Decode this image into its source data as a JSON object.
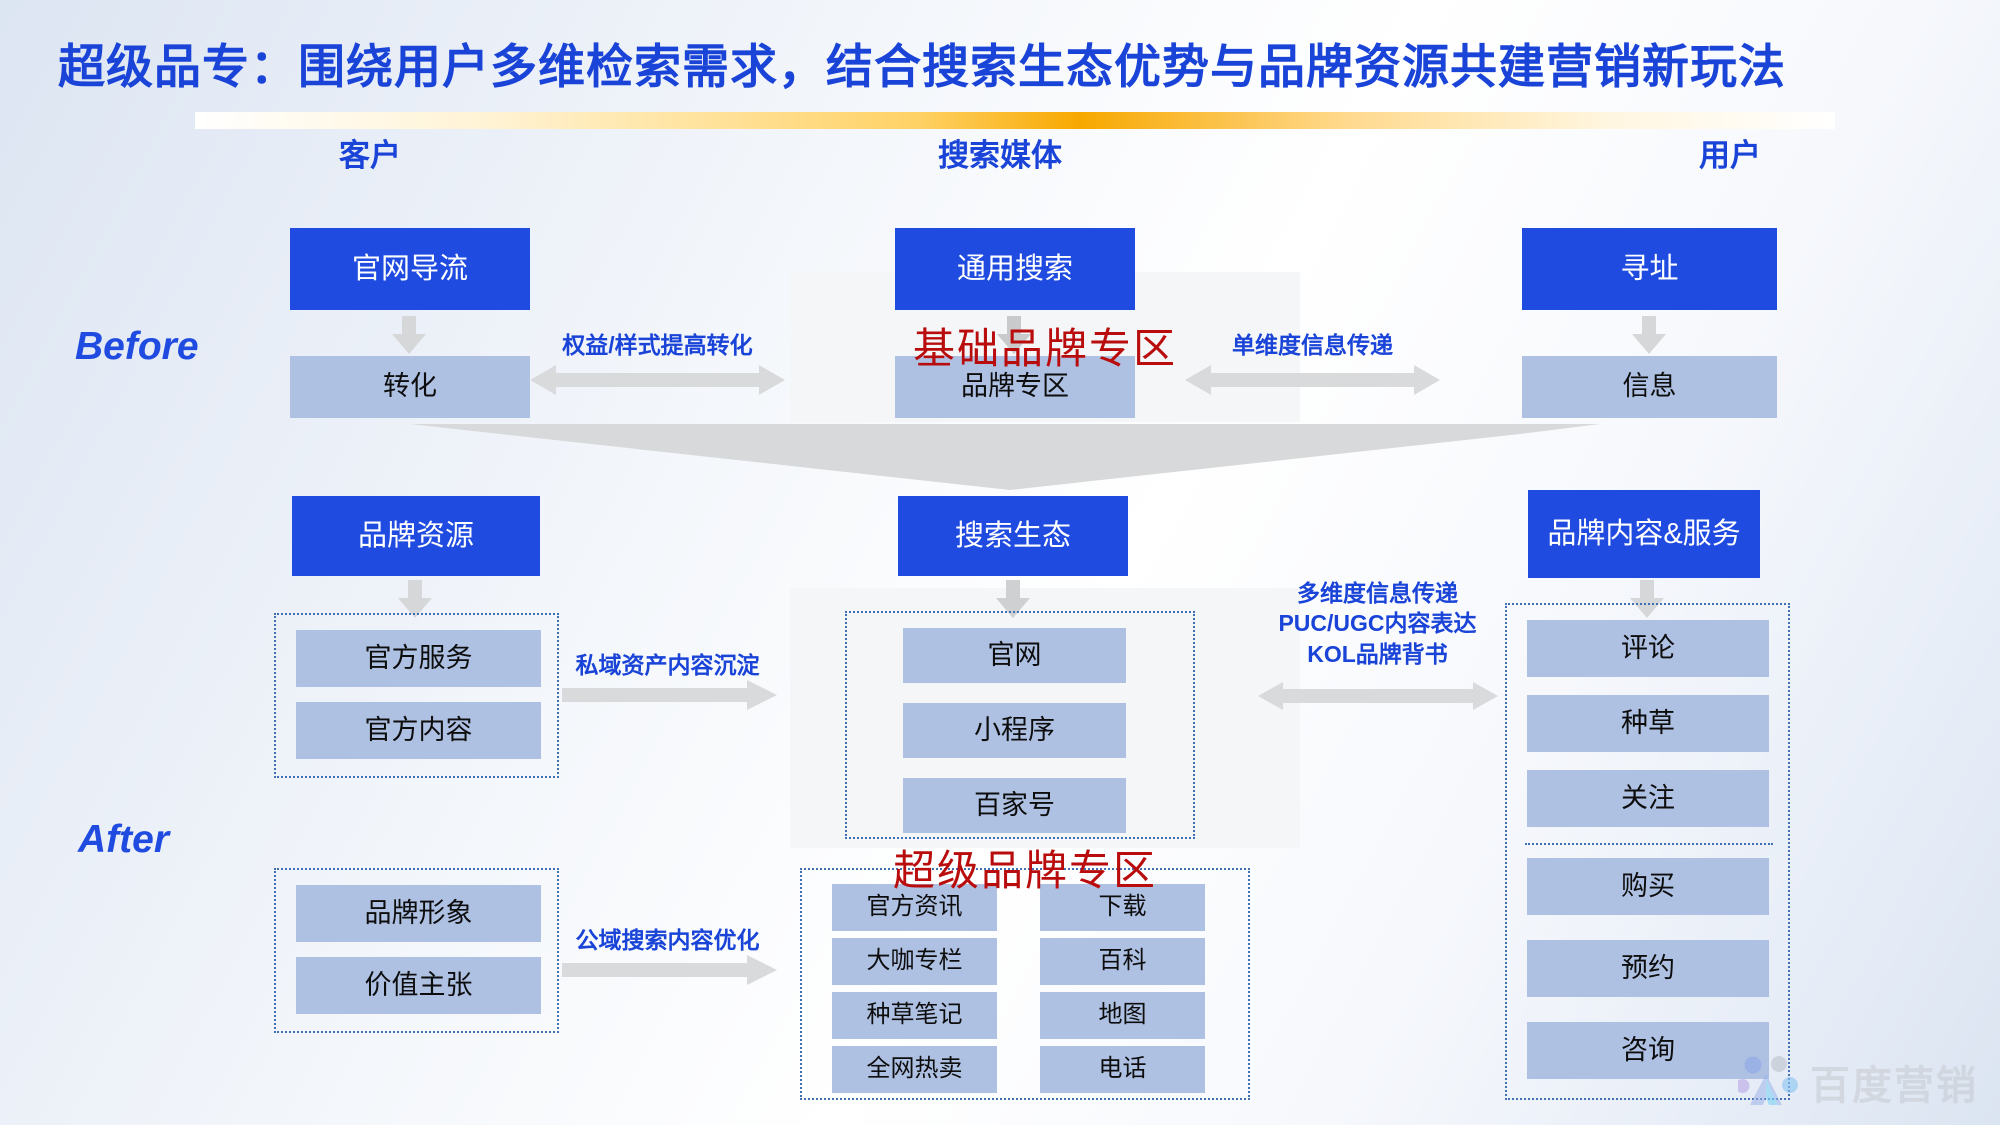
{
  "slide": {
    "title": "超级品专：围绕用户多维检索需求，结合搜索生态优势与品牌资源共建营销新玩法",
    "accent_blue": "#1A44D8",
    "box_blue": "#1F4BE0",
    "box_soft_blue": "#AEC1E3",
    "red_callout": "#B90D0D",
    "rule_gold": "#F7A800"
  },
  "columns": {
    "customer": "客户",
    "media": "搜索媒体",
    "user": "用户"
  },
  "steps": {
    "before": "Before",
    "after": "After"
  },
  "before": {
    "customer": {
      "primary": "官网导流",
      "soft": "转化"
    },
    "media": {
      "primary": "通用搜索",
      "soft": "品牌专区",
      "callout": "基础品牌专区"
    },
    "user": {
      "primary": "寻址",
      "soft": "信息"
    },
    "left_flow_label": "权益/样式提高转化",
    "right_flow_label": "单维度信息传递"
  },
  "after": {
    "brand_resource": {
      "primary": "品牌资源",
      "items": [
        "官方服务",
        "官方内容"
      ]
    },
    "brand_image": {
      "items": [
        "品牌形象",
        "价值主张"
      ]
    },
    "search_eco": {
      "primary": "搜索生态",
      "items": [
        "官网",
        "小程序",
        "百家号"
      ],
      "callout": "超级品牌专区",
      "grid_left": [
        "官方资讯",
        "大咖专栏",
        "种草笔记",
        "全网热卖"
      ],
      "grid_right": [
        "下载",
        "百科",
        "地图",
        "电话"
      ]
    },
    "brand_content": {
      "primary": "品牌内容&服务",
      "items_top": [
        "评论",
        "种草",
        "关注"
      ],
      "items_bottom": [
        "购买",
        "预约",
        "咨询"
      ]
    },
    "flow_private": "私域资产内容沉淀",
    "flow_public": "公域搜索内容优化",
    "flow_right_lines": [
      "多维度信息传递",
      "PUC/UGC内容表达",
      "KOL品牌背书"
    ]
  },
  "watermark": {
    "text": "百度营销"
  }
}
